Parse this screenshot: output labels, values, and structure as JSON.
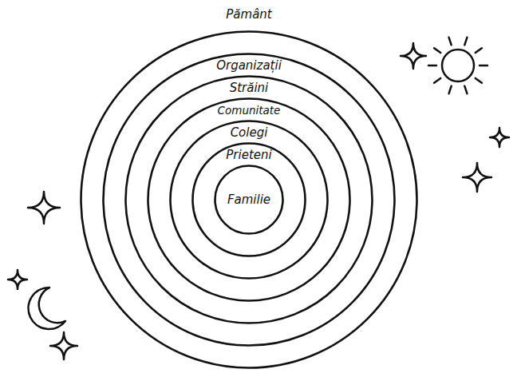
{
  "diagram": {
    "nodes": [
      {
        "text": [
          "Pământ"
        ]
      },
      {
        "text": [
          "Organizații"
        ],
        "in": 0
      },
      {
        "text": [
          "Străini"
        ],
        "in": 1
      },
      {
        "text": [
          "Comunitate"
        ],
        "in": 2
      },
      {
        "text": [
          "Colegi"
        ],
        "in": 3
      },
      {
        "text": [
          "Prieteni"
        ],
        "in": 4
      },
      {
        "text": [
          "Familie"
        ],
        "in": 5
      }
    ]
  }
}
